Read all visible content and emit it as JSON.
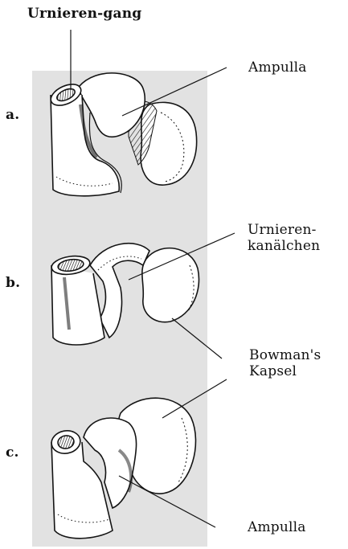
{
  "labels": {
    "urnieren_gang": "Urnieren-gang",
    "ampulla_top": "Ampulla",
    "urnieren_kanaelchen": "Urnieren-\n    kanälchen",
    "bowmans_kapsel": "Bowman's\nKapsel",
    "ampulla_bottom": "Ampulla",
    "panel_a": "a.",
    "panel_b": "b.",
    "panel_c": "c."
  },
  "colors": {
    "background_panel": "#e2e2e2",
    "ink": "#141414",
    "paper": "#ffffff"
  }
}
